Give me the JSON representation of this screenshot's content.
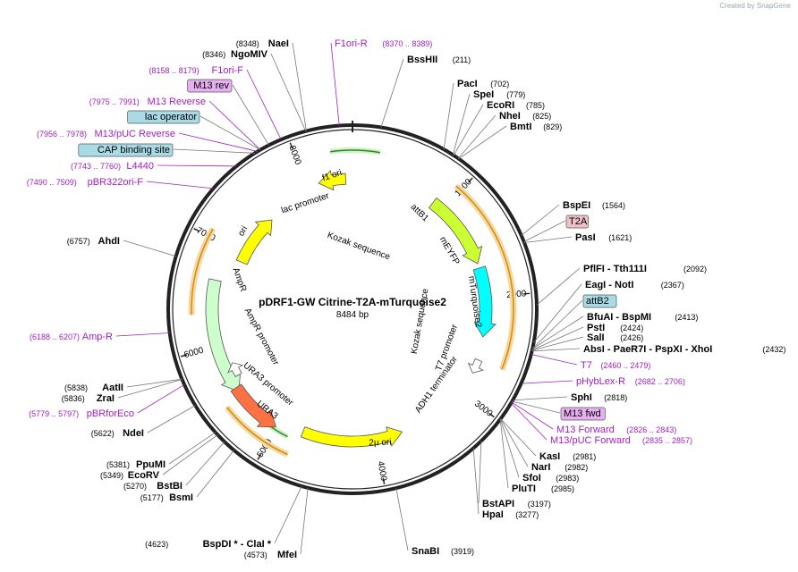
{
  "brand": "Created by SnapGene",
  "title": "pDRF1-GW Citrine-T2A-mTurquoise2",
  "subtitle": "8484 bp",
  "ticks": [
    "1000",
    "2000",
    "3000",
    "4000",
    "5000",
    "6000",
    "7000",
    "8000"
  ],
  "features": [
    {
      "label": "f1 ori",
      "color": "#ffff00"
    },
    {
      "label": "ori",
      "color": "#ffff00"
    },
    {
      "label": "AmpR",
      "color": "#ccffcc"
    },
    {
      "label": "URA3",
      "color": "#ff7043"
    },
    {
      "label": "2µ ori",
      "color": "#ffff00"
    },
    {
      "label": "mEYFP",
      "color": "#ccff33"
    },
    {
      "label": "mTurquoise2",
      "color": "#00ffff"
    }
  ],
  "inner_labels": [
    "lac promoter",
    "Kozak sequence",
    "attB1",
    "Kozak sequence",
    "T7 promoter",
    "ADH1 terminator",
    "AmpR promoter",
    "URA3 promoter"
  ],
  "left_labels": [
    {
      "pos": "(8348)",
      "name": "NaeI",
      "bold": true,
      "color": "#000000"
    },
    {
      "pos": "(8346)",
      "name": "NgoMIV",
      "bold": true,
      "color": "#000000"
    },
    {
      "pos": "(8158 .. 8179)",
      "name": "F1ori-F",
      "bold": false,
      "color": "#a020c0"
    },
    {
      "pos": "",
      "name": "M13 rev",
      "bold": false,
      "color": "#000000",
      "box": "#e6b0f0"
    },
    {
      "pos": "(7975 .. 7991)",
      "name": "M13 Reverse",
      "bold": false,
      "color": "#a020c0"
    },
    {
      "pos": "",
      "name": "lac operator",
      "bold": false,
      "color": "#000000",
      "box": "#a8dbe6"
    },
    {
      "pos": "(7956 .. 7978)",
      "name": "M13/pUC Reverse",
      "bold": false,
      "color": "#a020c0"
    },
    {
      "pos": "",
      "name": "CAP binding site",
      "bold": false,
      "color": "#000000",
      "box": "#a8dbe6"
    },
    {
      "pos": "(7743 .. 7760)",
      "name": "L4440",
      "bold": false,
      "color": "#a020c0"
    },
    {
      "pos": "(7490 .. 7509)",
      "name": "pBR322ori-F",
      "bold": false,
      "color": "#a020c0"
    },
    {
      "pos": "(6757)",
      "name": "AhdI",
      "bold": true,
      "color": "#000000"
    },
    {
      "pos": "(6188 .. 6207)",
      "name": "Amp-R",
      "bold": false,
      "color": "#a020c0"
    },
    {
      "pos": "(5838)",
      "name": "AatII",
      "bold": true,
      "color": "#000000"
    },
    {
      "pos": "(5836)",
      "name": "ZraI",
      "bold": true,
      "color": "#000000"
    },
    {
      "pos": "(5779 .. 5797)",
      "name": "pBRforEco",
      "bold": false,
      "color": "#a020c0"
    },
    {
      "pos": "(5622)",
      "name": "NdeI",
      "bold": true,
      "color": "#000000"
    },
    {
      "pos": "(5381)",
      "name": "PpuMI",
      "bold": true,
      "color": "#000000"
    },
    {
      "pos": "(5349)",
      "name": "EcoRV",
      "bold": true,
      "color": "#000000"
    },
    {
      "pos": "(5270)",
      "name": "BstBI",
      "bold": true,
      "color": "#000000"
    },
    {
      "pos": "(5177)",
      "name": "BsmI",
      "bold": true,
      "color": "#000000"
    },
    {
      "pos": "(4623)",
      "name": "BspDI * - ClaI *",
      "bold": true,
      "color": "#000000"
    },
    {
      "pos": "(4573)",
      "name": "MfeI",
      "bold": true,
      "color": "#000000"
    }
  ],
  "right_labels": [
    {
      "pos": "(8370 .. 8389)",
      "name": "F1ori-R",
      "bold": false,
      "color": "#a020c0"
    },
    {
      "pos": "(211)",
      "name": "BssHII",
      "bold": true,
      "color": "#000000"
    },
    {
      "pos": "(702)",
      "name": "PacI",
      "bold": true,
      "color": "#000000"
    },
    {
      "pos": "(779)",
      "name": "SpeI",
      "bold": true,
      "color": "#000000"
    },
    {
      "pos": "(785)",
      "name": "EcoRI",
      "bold": true,
      "color": "#000000"
    },
    {
      "pos": "(825)",
      "name": "NheI",
      "bold": true,
      "color": "#000000"
    },
    {
      "pos": "(829)",
      "name": "BmtI",
      "bold": true,
      "color": "#000000"
    },
    {
      "pos": "(1564)",
      "name": "BspEI",
      "bold": true,
      "color": "#000000"
    },
    {
      "pos": "",
      "name": "T2A",
      "bold": false,
      "color": "#000000",
      "box": "#f0c0c8"
    },
    {
      "pos": "(1621)",
      "name": "PasI",
      "bold": true,
      "color": "#000000"
    },
    {
      "pos": "(2092)",
      "name": "PflFI - Tth111I",
      "bold": true,
      "color": "#000000"
    },
    {
      "pos": "(2367)",
      "name": "EagI - NotI",
      "bold": true,
      "color": "#000000"
    },
    {
      "pos": "",
      "name": "attB2",
      "bold": false,
      "color": "#000000",
      "box": "#a8dbe6"
    },
    {
      "pos": "(2413)",
      "name": "BfuAI - BspMI",
      "bold": true,
      "color": "#000000"
    },
    {
      "pos": "(2424)",
      "name": "PstI",
      "bold": true,
      "color": "#000000"
    },
    {
      "pos": "(2426)",
      "name": "SalI",
      "bold": true,
      "color": "#000000"
    },
    {
      "pos": "(2432)",
      "name": "AbsI - PaeR7I - PspXI - XhoI",
      "bold": true,
      "color": "#000000"
    },
    {
      "pos": "(2460 .. 2479)",
      "name": "T7",
      "bold": false,
      "color": "#a020c0"
    },
    {
      "pos": "(2682 .. 2706)",
      "name": "pHybLex-R",
      "bold": false,
      "color": "#a020c0"
    },
    {
      "pos": "(2818)",
      "name": "SphI",
      "bold": true,
      "color": "#000000"
    },
    {
      "pos": "",
      "name": "M13 fwd",
      "bold": false,
      "color": "#000000",
      "box": "#e6b0f0"
    },
    {
      "pos": "(2826 .. 2843)",
      "name": "M13 Forward",
      "bold": false,
      "color": "#a020c0"
    },
    {
      "pos": "(2835 .. 2857)",
      "name": "M13/pUC Forward",
      "bold": false,
      "color": "#a020c0"
    },
    {
      "pos": "(2981)",
      "name": "KasI",
      "bold": true,
      "color": "#000000"
    },
    {
      "pos": "(2982)",
      "name": "NarI",
      "bold": true,
      "color": "#000000"
    },
    {
      "pos": "(2983)",
      "name": "SfoI",
      "bold": true,
      "color": "#000000"
    },
    {
      "pos": "(2985)",
      "name": "PluTI",
      "bold": true,
      "color": "#000000"
    },
    {
      "pos": "(3197)",
      "name": "BstAPI",
      "bold": true,
      "color": "#000000"
    },
    {
      "pos": "(3277)",
      "name": "HpaI",
      "bold": true,
      "color": "#000000"
    },
    {
      "pos": "(3919)",
      "name": "SnaBI",
      "bold": true,
      "color": "#000000"
    }
  ]
}
